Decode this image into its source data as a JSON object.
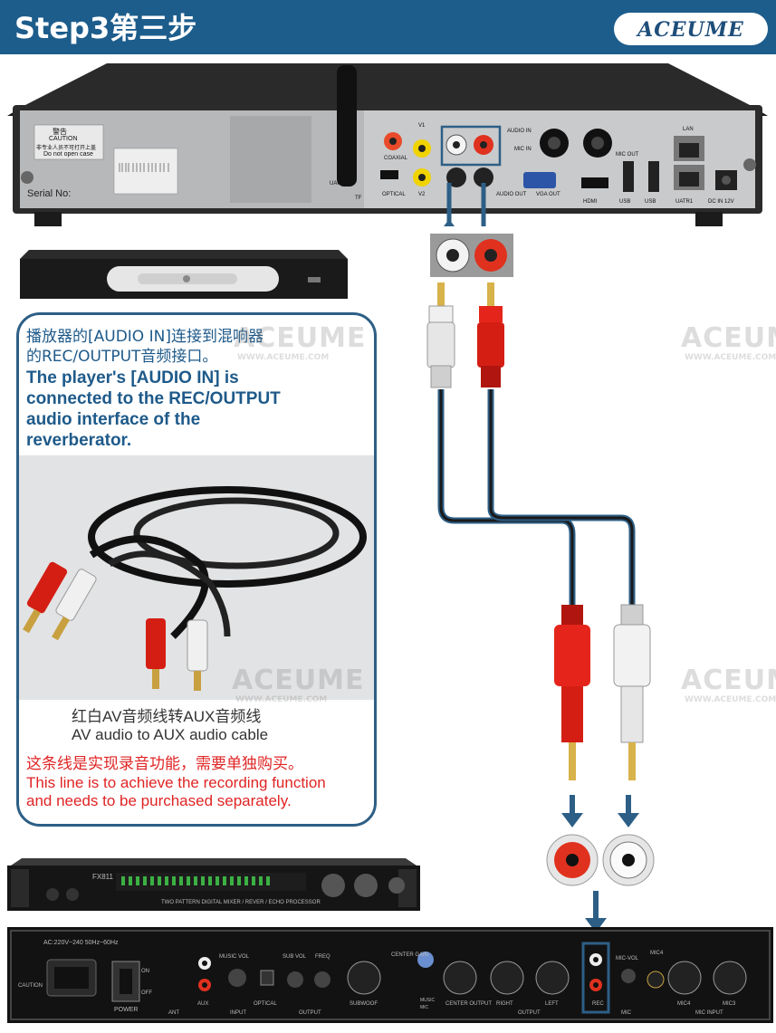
{
  "header": {
    "step_title": "Step3第三步",
    "logo": "ACEUME"
  },
  "player_back": {
    "serial_label": "Serial No:",
    "warning_title": "警告",
    "caution": "CAUTION",
    "warning_cn": "非专业人员不可打开上盖",
    "do_not_open": "Do not open case",
    "ports": {
      "coaxial": "COAXIAL",
      "optical": "OPTICAL",
      "v1": "V1",
      "v2": "V2",
      "audio_in": "AUDIO IN",
      "audio_out": "AUDIO OUT",
      "mic_in": "MIC IN",
      "mic_out": "MIC OUT",
      "vga_out": "VGA OUT",
      "hdmi": "HDMI",
      "usb1": "USB",
      "usb2": "USB",
      "lan": "LAN",
      "uatr1": "UATR1",
      "dc": "DC IN 12V",
      "uart2": "UART2",
      "tf": "TF"
    }
  },
  "info_box": {
    "zh_line1": "播放器的[AUDIO IN]连接到混响器",
    "zh_line2": "的REC/OUTPUT音频接口。",
    "en_line1": "The player's [AUDIO IN] is",
    "en_line2": "connected to the REC/OUTPUT",
    "en_line3": "audio interface of the",
    "en_line4": "reverberator.",
    "caption_zh": "红白AV音频线转AUX音频线",
    "caption_en": "AV audio to AUX audio cable",
    "note_zh": "这条线是实现录音功能，需要单独购买。",
    "note_en1": "This line is to achieve the recording function",
    "note_en2": "and needs to be purchased separately."
  },
  "mixer_front": {
    "model": "FX811",
    "subtitle": "TWO PATTERN DIGITAL MIXER / REVER / ECHO PROCESSOR"
  },
  "mixer_back": {
    "voltage": "AC:220V~240 50Hz~60Hz",
    "caution": "CAUTION",
    "on": "ON",
    "off": "OFF",
    "power": "POWER",
    "ant": "ANT",
    "aux": "AUX",
    "music_vol": "MUSIC VOL",
    "input": "INPUT",
    "optical": "OPTICAL",
    "sub_vol": "SUB VOL",
    "freq": "FREQ",
    "output": "OUTPUT",
    "subwoof": "SUBWOOF",
    "center_gain": "CENTER GAIN",
    "music": "MUSIC",
    "mic": "MIC",
    "center_output": "CENTER OUTPUT",
    "right": "RIGHT",
    "left": "LEFT",
    "output2": "OUTPUT",
    "rec": "REC",
    "mic_vol": "MIC-VOL",
    "mic_label": "MIC",
    "mic4": "MIC4",
    "mic4b": "MIC4",
    "mic3": "MIC3",
    "mic_input": "MIC INPUT"
  },
  "watermarks": {
    "brand": "ACEUME",
    "url": "WWW.ACEUME.COM"
  },
  "colors": {
    "header_bg": "#1d5d8c",
    "cable_blue": "#2d5f86",
    "note_red": "#e02424",
    "text_blue": "#1e5a8a"
  }
}
